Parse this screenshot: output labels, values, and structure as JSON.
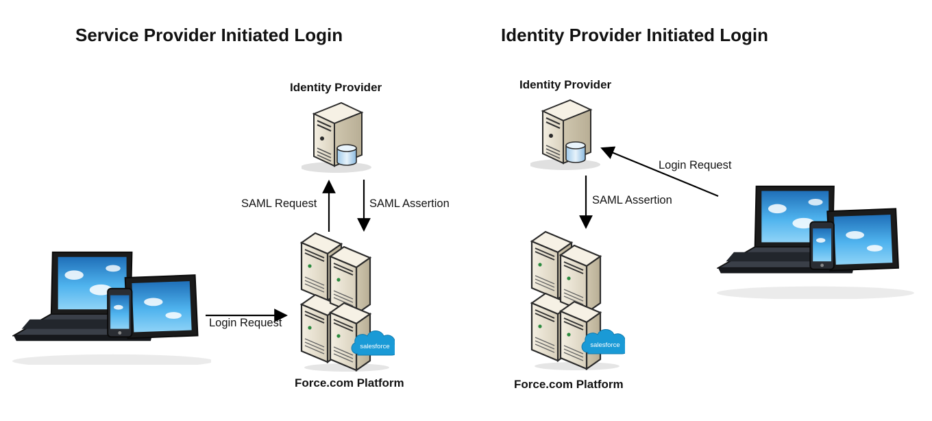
{
  "sp_panel": {
    "title": "Service Provider Initiated Login",
    "idp_label": "Identity Provider",
    "platform_label": "Force.com Platform",
    "saml_request_label": "SAML Request",
    "saml_assertion_label": "SAML Assertion",
    "login_request_label": "Login Request",
    "badge_text": "salesforce"
  },
  "idp_panel": {
    "title": "Identity Provider Initiated Login",
    "idp_label": "Identity Provider",
    "platform_label": "Force.com Platform",
    "login_request_label": "Login Request",
    "saml_assertion_label": "SAML Assertion",
    "badge_text": "salesforce"
  },
  "colors": {
    "server_body": "#ece6d6",
    "server_outline": "#2b2b2b",
    "screen_blue": "#3aa0e6",
    "salesforce_blue": "#1a9ad6"
  },
  "icons": [
    "server-icon",
    "server-cluster-icon",
    "devices-icon",
    "cloud-badge-icon"
  ]
}
